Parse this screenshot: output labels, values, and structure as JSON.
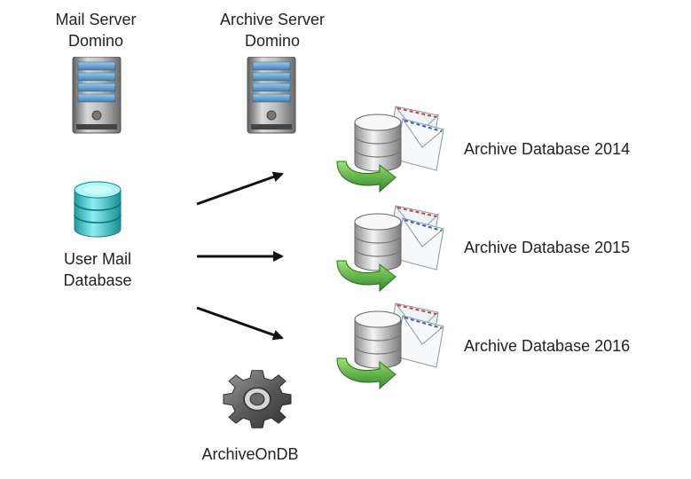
{
  "mail_server": {
    "line1": "Mail Server",
    "line2": "Domino"
  },
  "archive_server": {
    "line1": "Archive Server",
    "line2": "Domino"
  },
  "user_db": {
    "line1": "User Mail",
    "line2": "Database"
  },
  "archive_tool": {
    "label": "ArchiveOnDB"
  },
  "archives": [
    {
      "label": "Archive Database 2014"
    },
    {
      "label": "Archive Database 2015"
    },
    {
      "label": "Archive Database 2016"
    }
  ],
  "colors": {
    "arrow": "#111111",
    "db_teal": "#35c6cc",
    "archive_green": "#4fae3f",
    "server_gray": "#8a8a8a"
  }
}
